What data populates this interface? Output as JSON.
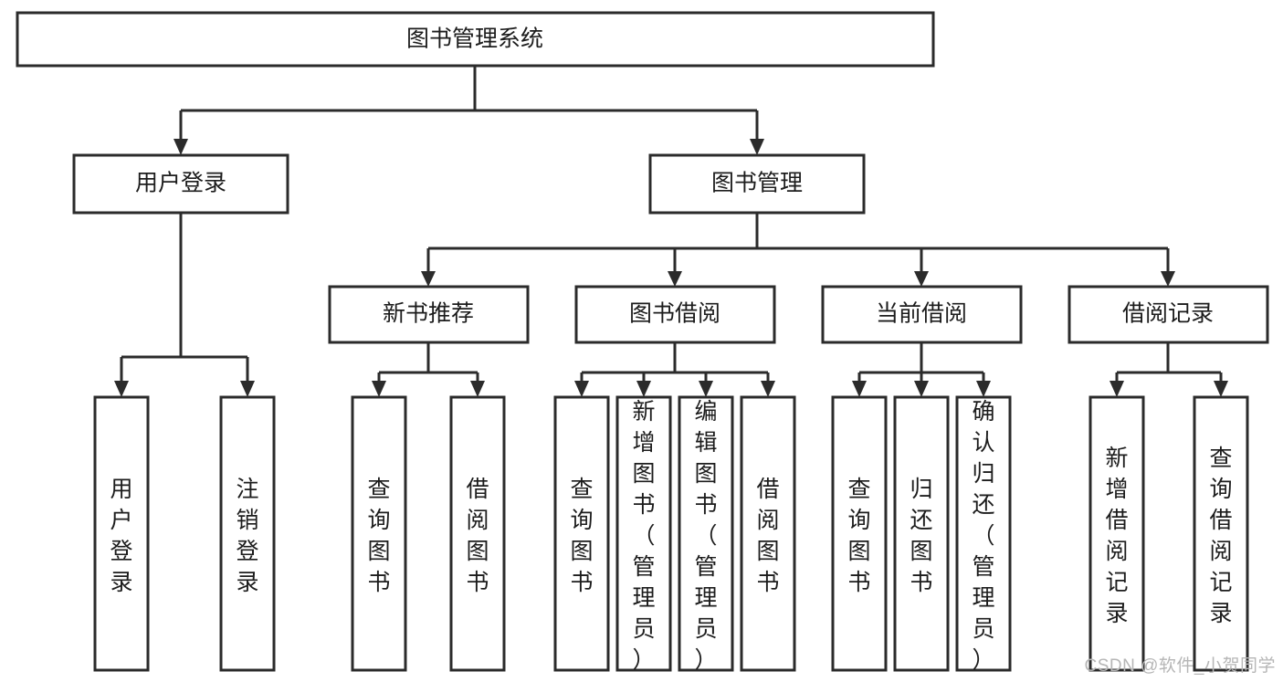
{
  "diagram": {
    "type": "tree-hierarchy",
    "title": "图书管理系统",
    "orientation": "top-down",
    "colors": {
      "box_stroke": "#2b2b2b",
      "box_fill": "#ffffff",
      "text": "#1c1c1c",
      "background": "#ffffff",
      "watermark": "#b6b6b6"
    },
    "levels": [
      {
        "level": 1,
        "nodes": [
          {
            "id": "root",
            "label": "图书管理系统",
            "text_orientation": "horizontal"
          }
        ]
      },
      {
        "level": 2,
        "nodes": [
          {
            "id": "login",
            "label": "用户登录",
            "text_orientation": "horizontal",
            "parent": "root"
          },
          {
            "id": "bookmgmt",
            "label": "图书管理",
            "text_orientation": "horizontal",
            "parent": "root"
          }
        ]
      },
      {
        "level": 3,
        "nodes": [
          {
            "id": "newbook",
            "label": "新书推荐",
            "text_orientation": "horizontal",
            "parent": "bookmgmt"
          },
          {
            "id": "borrow",
            "label": "图书借阅",
            "text_orientation": "horizontal",
            "parent": "bookmgmt"
          },
          {
            "id": "current",
            "label": "当前借阅",
            "text_orientation": "horizontal",
            "parent": "bookmgmt"
          },
          {
            "id": "records",
            "label": "借阅记录",
            "text_orientation": "horizontal",
            "parent": "bookmgmt"
          }
        ]
      },
      {
        "level": 4,
        "nodes": [
          {
            "id": "leaf-user-login",
            "label": "用户登录",
            "text_orientation": "vertical",
            "parent": "login"
          },
          {
            "id": "leaf-user-logout",
            "label": "注销登录",
            "text_orientation": "vertical",
            "parent": "login"
          },
          {
            "id": "leaf-query-book-1",
            "label": "查询图书",
            "text_orientation": "vertical",
            "parent": "newbook"
          },
          {
            "id": "leaf-borrow-book-1",
            "label": "借阅图书",
            "text_orientation": "vertical",
            "parent": "newbook"
          },
          {
            "id": "leaf-query-book-2",
            "label": "查询图书",
            "text_orientation": "vertical",
            "parent": "borrow"
          },
          {
            "id": "leaf-add-book",
            "label": "新增图书（管理员）",
            "text_orientation": "vertical",
            "parent": "borrow"
          },
          {
            "id": "leaf-edit-book",
            "label": "编辑图书（管理员）",
            "text_orientation": "vertical",
            "parent": "borrow"
          },
          {
            "id": "leaf-borrow-book-2",
            "label": "借阅图书",
            "text_orientation": "vertical",
            "parent": "borrow"
          },
          {
            "id": "leaf-query-book-3",
            "label": "查询图书",
            "text_orientation": "vertical",
            "parent": "current"
          },
          {
            "id": "leaf-return-book",
            "label": "归还图书",
            "text_orientation": "vertical",
            "parent": "current"
          },
          {
            "id": "leaf-confirm-return",
            "label": "确认归还（管理员）",
            "text_orientation": "vertical",
            "parent": "current"
          },
          {
            "id": "leaf-add-record",
            "label": "新增借阅记录",
            "text_orientation": "vertical",
            "parent": "records"
          },
          {
            "id": "leaf-query-record",
            "label": "查询借阅记录",
            "text_orientation": "vertical",
            "parent": "records"
          }
        ]
      }
    ]
  },
  "watermark": {
    "text": "CSDN @软件_小贺同学"
  }
}
